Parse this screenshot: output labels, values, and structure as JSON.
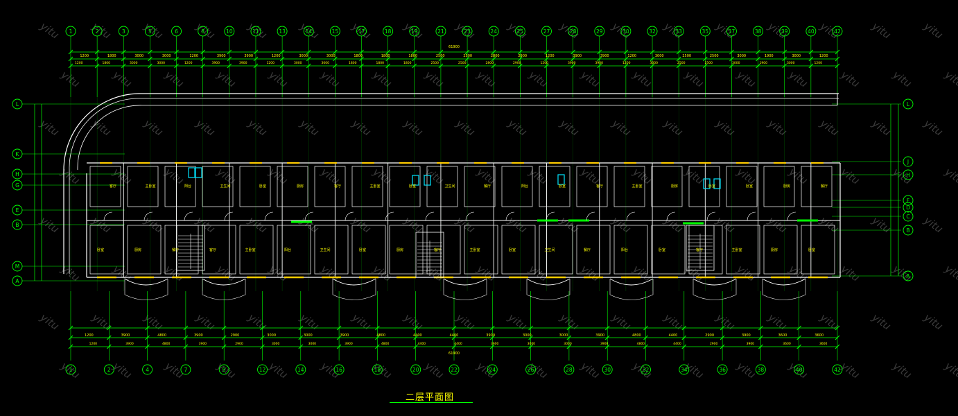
{
  "drawing": {
    "title": "二层平面图",
    "watermark": "yitu",
    "colors": {
      "background": "#000000",
      "grid": "#00ff00",
      "wall": "#ffffff",
      "window": "#ffcc00",
      "fixture": "#00e5ff",
      "text": "#ffff00",
      "dimension": "#00ff00"
    }
  },
  "axes": {
    "top_labels": [
      "1",
      "2",
      "3",
      "5",
      "6",
      "8",
      "10",
      "11",
      "13",
      "14",
      "15",
      "17",
      "18",
      "19",
      "21",
      "23",
      "24",
      "25",
      "27",
      "28",
      "29",
      "30",
      "32",
      "33",
      "35",
      "37",
      "38",
      "39",
      "40",
      "42"
    ],
    "bottom_labels": [
      "1",
      "2",
      "4",
      "7",
      "9",
      "12",
      "14",
      "16",
      "18",
      "20",
      "22",
      "24",
      "26",
      "28",
      "30",
      "32",
      "34",
      "36",
      "38",
      "40",
      "42"
    ],
    "left_labels": [
      "L",
      "K",
      "H",
      "G",
      "E",
      "B",
      "M",
      "A"
    ],
    "right_labels": [
      "L",
      "J",
      "H",
      "F",
      "D",
      "C",
      "B",
      "A"
    ]
  },
  "dimensions": {
    "top_total": "61900",
    "bottom_total": "61900",
    "top_row": [
      "1200",
      "1800",
      "3000",
      "3000",
      "1200",
      "3900",
      "3900",
      "1200",
      "3000",
      "3000",
      "1800",
      "1800",
      "1800",
      "2500",
      "2500",
      "2800",
      "2900",
      "1200",
      "3900",
      "3900",
      "1200",
      "3000",
      "2500",
      "2500",
      "3000",
      "1900",
      "3000",
      "1200"
    ],
    "bottom_row": [
      "1200",
      "3900",
      "4800",
      "3900",
      "2900",
      "3000",
      "3000",
      "3900",
      "4800",
      "4400",
      "4400",
      "3900",
      "3000",
      "3000",
      "3900",
      "4800",
      "4400",
      "2900",
      "3900",
      "3600",
      "3600"
    ]
  },
  "rooms": {
    "labels": [
      "卧室",
      "厨房",
      "餐厅",
      "客厅",
      "主卧室",
      "阳台",
      "卫生间",
      "卧室",
      "厨房",
      "客厅",
      "主卧室",
      "卧室",
      "卫生间",
      "餐厅",
      "阳台",
      "卧室",
      "客厅",
      "主卧室",
      "厨房",
      "卧室"
    ]
  }
}
